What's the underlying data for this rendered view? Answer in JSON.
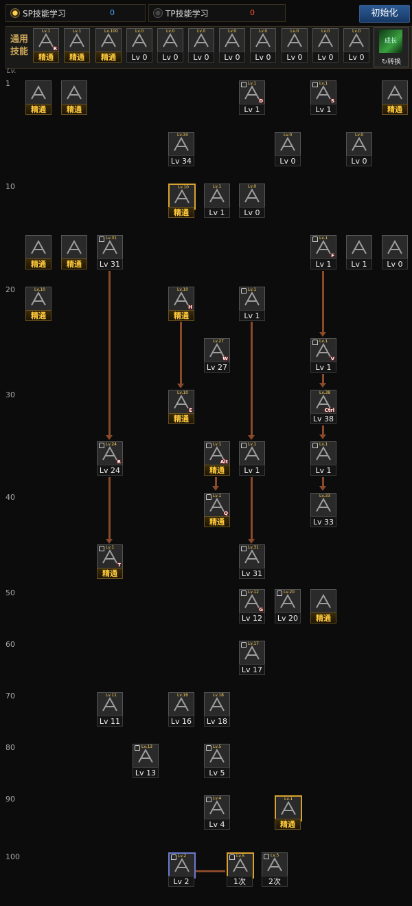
{
  "header": {
    "sp_label": "SP技能学习",
    "sp_value": "0",
    "tp_label": "TP技能学习",
    "tp_value": "0",
    "reset_label": "初始化"
  },
  "common": {
    "label": "通用技能",
    "swap_label": "↻转换",
    "swap_icon_text": "成长",
    "items": [
      {
        "bottom": "精通",
        "type": "master",
        "color": "c-gold",
        "top": "Lv.1",
        "hot": "R"
      },
      {
        "bottom": "精通",
        "type": "master",
        "color": "c-gold",
        "top": "Lv.1"
      },
      {
        "bottom": "精通",
        "type": "master",
        "color": "c-green",
        "top": "Lv.100"
      },
      {
        "bottom": "Lv 0",
        "type": "lv",
        "color": "c-blue",
        "top": "Lv.0"
      },
      {
        "bottom": "Lv 0",
        "type": "lv",
        "color": "c-green",
        "top": "Lv.0"
      },
      {
        "bottom": "Lv 0",
        "type": "lv",
        "color": "c-green",
        "top": "Lv.0"
      },
      {
        "bottom": "Lv 0",
        "type": "lv",
        "color": "c-green",
        "top": "Lv.0"
      },
      {
        "bottom": "Lv 0",
        "type": "lv",
        "color": "c-green",
        "top": "Lv.0"
      },
      {
        "bottom": "Lv 0",
        "type": "lv",
        "color": "c-cyan",
        "top": "Lv.0"
      },
      {
        "bottom": "Lv 0",
        "type": "lv",
        "color": "c-blue",
        "top": "Lv.0"
      },
      {
        "bottom": "Lv 0",
        "type": "lv",
        "color": "c-green",
        "top": "Lv.0"
      }
    ]
  },
  "lv_header": "Lv.",
  "levels": [
    "1",
    "10",
    "20",
    "30",
    "40",
    "50",
    "60",
    "70",
    "80",
    "90",
    "100"
  ],
  "skills": [
    {
      "id": "s1",
      "bottom": "精通",
      "type": "master",
      "color": "c-green",
      "top": ""
    },
    {
      "id": "s2",
      "bottom": "精通",
      "type": "master",
      "color": "c-green",
      "top": ""
    },
    {
      "id": "s3",
      "bottom": "Lv 1",
      "type": "lv",
      "color": "c-dark",
      "top": "Lv.1",
      "hot": "D",
      "lock": true
    },
    {
      "id": "s4",
      "bottom": "Lv 1",
      "type": "lv",
      "color": "c-gold",
      "top": "Lv.1",
      "hot": "S",
      "lock": true
    },
    {
      "id": "s5",
      "bottom": "精通",
      "type": "master",
      "color": "c-orange",
      "top": ""
    },
    {
      "id": "s6",
      "bottom": "Lv 34",
      "type": "lv",
      "color": "c-red",
      "top": "Lv.34"
    },
    {
      "id": "s7",
      "bottom": "Lv 0",
      "type": "lv",
      "color": "c-dark",
      "top": "Lv.0"
    },
    {
      "id": "s8",
      "bottom": "Lv 0",
      "type": "lv",
      "color": "c-dark",
      "top": "Lv.0"
    },
    {
      "id": "s9",
      "bottom": "精通",
      "type": "master",
      "color": "c-blue",
      "top": "Lv.10",
      "gold": true
    },
    {
      "id": "s10",
      "bottom": "Lv 1",
      "type": "lv",
      "color": "c-dark",
      "top": "Lv.1"
    },
    {
      "id": "s11",
      "bottom": "Lv 0",
      "type": "lv",
      "color": "c-dark",
      "top": "Lv.0"
    },
    {
      "id": "s12",
      "bottom": "精通",
      "type": "master",
      "color": "c-green",
      "top": ""
    },
    {
      "id": "s13",
      "bottom": "精通",
      "type": "master",
      "color": "c-green",
      "top": ""
    },
    {
      "id": "s14",
      "bottom": "Lv 31",
      "type": "lv",
      "color": "c-red",
      "top": "Lv.31",
      "lock": true
    },
    {
      "id": "s15",
      "bottom": "Lv 1",
      "type": "lv",
      "color": "c-gold",
      "top": "Lv.1",
      "hot": "F",
      "lock": true
    },
    {
      "id": "s16",
      "bottom": "Lv 1",
      "type": "lv",
      "color": "c-gold",
      "top": ""
    },
    {
      "id": "s17",
      "bottom": "Lv 0",
      "type": "lv",
      "color": "c-gold",
      "top": ""
    },
    {
      "id": "s18",
      "bottom": "精通",
      "type": "master",
      "color": "c-green",
      "top": "Lv.10"
    },
    {
      "id": "s19",
      "bottom": "精通",
      "type": "master",
      "color": "c-blue",
      "top": "Lv.10",
      "hot": "H"
    },
    {
      "id": "s20",
      "bottom": "Lv 1",
      "type": "lv",
      "color": "c-dark",
      "top": "Lv.1",
      "lock": true
    },
    {
      "id": "s21",
      "bottom": "Lv 27",
      "type": "lv",
      "color": "c-red",
      "top": "Lv.27",
      "hot": "W"
    },
    {
      "id": "s22",
      "bottom": "Lv 1",
      "type": "lv",
      "color": "c-gold",
      "top": "Lv.1",
      "hot": "V",
      "lock": true
    },
    {
      "id": "s23",
      "bottom": "精通",
      "type": "master",
      "color": "c-blue",
      "top": "Lv.10",
      "hot": "E"
    },
    {
      "id": "s24",
      "bottom": "Lv 38",
      "type": "lv",
      "color": "c-red",
      "top": "Lv.38",
      "hot": "Ctrl"
    },
    {
      "id": "s25",
      "bottom": "Lv 24",
      "type": "lv",
      "color": "c-red",
      "top": "Lv.24",
      "hot": "R",
      "lock": true
    },
    {
      "id": "s26",
      "bottom": "精通",
      "type": "master",
      "color": "c-blue",
      "top": "Lv.1",
      "hot": "Alt",
      "lock": true
    },
    {
      "id": "s27",
      "bottom": "Lv 1",
      "type": "lv",
      "color": "c-gold",
      "top": "Lv.1",
      "lock": true
    },
    {
      "id": "s28",
      "bottom": "Lv 1",
      "type": "lv",
      "color": "c-gold",
      "top": "Lv.1",
      "lock": true
    },
    {
      "id": "s29",
      "bottom": "精通",
      "type": "master",
      "color": "c-blue",
      "top": "Lv.1",
      "hot": "Q",
      "lock": true
    },
    {
      "id": "s30",
      "bottom": "Lv 33",
      "type": "lv",
      "color": "c-red",
      "top": "Lv.33"
    },
    {
      "id": "s31",
      "bottom": "精通",
      "type": "master",
      "color": "c-blue",
      "top": "Lv.1",
      "hot": "T",
      "lock": true
    },
    {
      "id": "s32",
      "bottom": "Lv 31",
      "type": "lv",
      "color": "c-red",
      "top": "Lv.31",
      "lock": true
    },
    {
      "id": "s33",
      "bottom": "Lv 12",
      "type": "lv",
      "color": "c-red",
      "top": "Lv.12",
      "hot": "G",
      "lock": true
    },
    {
      "id": "s34",
      "bottom": "Lv 20",
      "type": "lv",
      "color": "c-red",
      "top": "Lv.20",
      "lock": true
    },
    {
      "id": "s35",
      "bottom": "精通",
      "type": "master",
      "color": "c-green",
      "top": ""
    },
    {
      "id": "s36",
      "bottom": "Lv 17",
      "type": "lv",
      "color": "c-gold",
      "top": "Lv.17",
      "lock": true
    },
    {
      "id": "s37",
      "bottom": "Lv 11",
      "type": "lv",
      "color": "c-red",
      "top": "Lv.11"
    },
    {
      "id": "s38",
      "bottom": "Lv 16",
      "type": "lv",
      "color": "c-red",
      "top": "Lv.16"
    },
    {
      "id": "s39",
      "bottom": "Lv 18",
      "type": "lv",
      "color": "c-red",
      "top": "Lv.18"
    },
    {
      "id": "s40",
      "bottom": "Lv 13",
      "type": "lv",
      "color": "c-red",
      "top": "Lv.13",
      "lock": true
    },
    {
      "id": "s41",
      "bottom": "Lv 5",
      "type": "lv",
      "color": "c-red",
      "top": "Lv.5",
      "lock": true
    },
    {
      "id": "s42",
      "bottom": "Lv 4",
      "type": "lv",
      "color": "c-red",
      "top": "Lv.4",
      "lock": true
    },
    {
      "id": "s43",
      "bottom": "精通",
      "type": "master",
      "color": "c-green",
      "top": "Lv.1",
      "gold": true
    },
    {
      "id": "s44",
      "bottom": "Lv 2",
      "type": "lv",
      "color": "c-red",
      "top": "Lv.2",
      "lock": true,
      "blue": true
    },
    {
      "id": "s45",
      "bottom": "1次",
      "type": "lv",
      "color": "c-orange",
      "top": "Lv.5",
      "lock": true,
      "gold": true
    },
    {
      "id": "s46",
      "bottom": "2次",
      "type": "lv",
      "color": "c-dark",
      "top": "Lv.5",
      "lock": true
    }
  ]
}
